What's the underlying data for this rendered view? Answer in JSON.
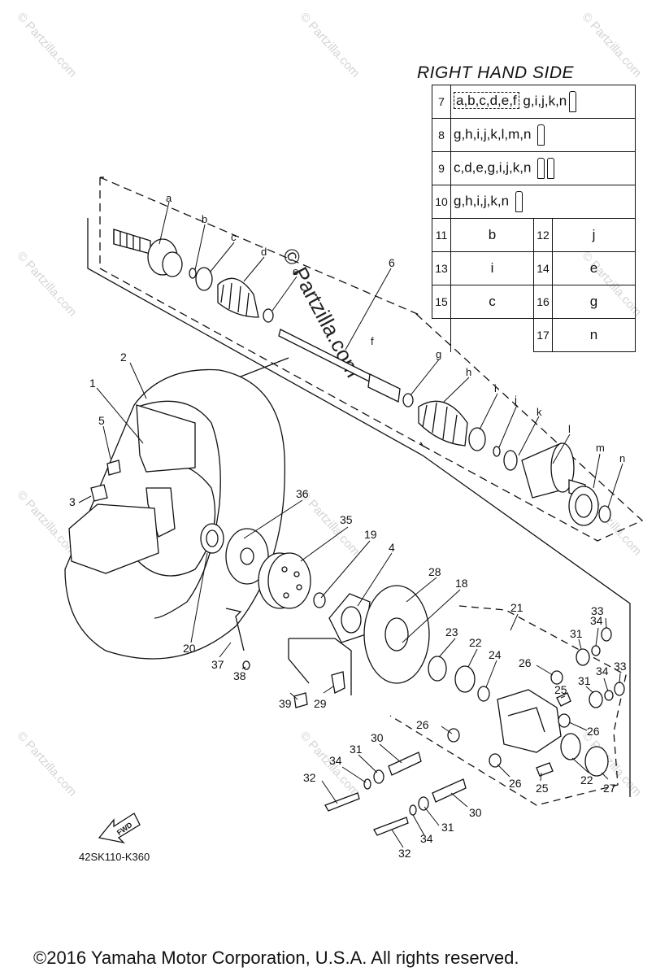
{
  "watermark": "© Partzilla.com",
  "table": {
    "title": "RIGHT HAND SIDE",
    "rows": [
      {
        "num": "7",
        "boxed": "a,b,c,d,e,f",
        "rest": "g,i,j,k,n",
        "icons": 1
      },
      {
        "num": "8",
        "text": "g,h,i,j,k,l,m,n",
        "icons": 1
      },
      {
        "num": "9",
        "text": "c,d,e,g,i,j,k,n",
        "icons": 2
      },
      {
        "num": "10",
        "text": "g,h,i,j,k,n",
        "icons": 1
      }
    ],
    "pairs": [
      {
        "n1": "11",
        "v1": "b",
        "n2": "12",
        "v2": "j"
      },
      {
        "n1": "13",
        "v1": "i",
        "n2": "14",
        "v2": "e"
      },
      {
        "n1": "15",
        "v1": "c",
        "n2": "16",
        "v2": "g"
      },
      {
        "n1": "",
        "v1": "",
        "n2": "17",
        "v2": "n"
      }
    ]
  },
  "callouts": [
    "1",
    "2",
    "3",
    "4",
    "5",
    "6",
    "18",
    "19",
    "20",
    "21",
    "22",
    "22",
    "23",
    "24",
    "25",
    "25",
    "26",
    "26",
    "26",
    "26",
    "27",
    "28",
    "29",
    "30",
    "30",
    "31",
    "31",
    "31",
    "31",
    "32",
    "32",
    "33",
    "33",
    "34",
    "34",
    "34",
    "34",
    "35",
    "36",
    "37",
    "38",
    "39"
  ],
  "letters": [
    "a",
    "b",
    "c",
    "d",
    "e",
    "f",
    "g",
    "h",
    "i",
    "j",
    "k",
    "l",
    "m",
    "n"
  ],
  "fwd_label": "FWD",
  "diagram_code": "42SK110-K360",
  "copyright": "©2016  Yamaha Motor Corporation, U.S.A. All rights reserved."
}
